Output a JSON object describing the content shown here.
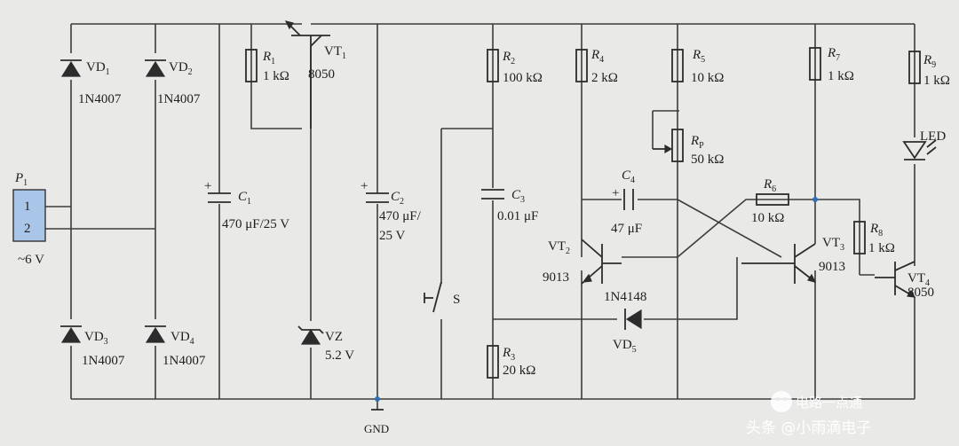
{
  "connector": {
    "name": "P",
    "sub": "1",
    "pin1": "1",
    "pin2": "2",
    "voltage": "~6 V"
  },
  "diodes": {
    "vd1": {
      "name": "VD",
      "sub": "1",
      "part": "1N4007"
    },
    "vd2": {
      "name": "VD",
      "sub": "2",
      "part": "1N4007"
    },
    "vd3": {
      "name": "VD",
      "sub": "3",
      "part": "1N4007"
    },
    "vd4": {
      "name": "VD",
      "sub": "4",
      "part": "1N4007"
    },
    "vd5": {
      "name": "VD",
      "sub": "5",
      "part": "1N4148"
    },
    "vz": {
      "name": "VZ",
      "value": "5.2 V"
    }
  },
  "resistors": {
    "r1": {
      "name": "R",
      "sub": "1",
      "value": "1 kΩ"
    },
    "r2": {
      "name": "R",
      "sub": "2",
      "value": "100 kΩ"
    },
    "r3": {
      "name": "R",
      "sub": "3",
      "value": "20 kΩ"
    },
    "r4": {
      "name": "R",
      "sub": "4",
      "value": "2 kΩ"
    },
    "r5": {
      "name": "R",
      "sub": "5",
      "value": "10 kΩ"
    },
    "r6": {
      "name": "R",
      "sub": "6",
      "value": "10 kΩ"
    },
    "r7": {
      "name": "R",
      "sub": "7",
      "value": "1 kΩ"
    },
    "r8": {
      "name": "R",
      "sub": "8",
      "value": "1 kΩ"
    },
    "r9": {
      "name": "R",
      "sub": "9",
      "value": "1 kΩ"
    },
    "rp": {
      "name": "R",
      "sub": "P",
      "value": "50 kΩ"
    }
  },
  "capacitors": {
    "c1": {
      "name": "C",
      "sub": "1",
      "value": "470 μF/25 V",
      "plus": "+"
    },
    "c2": {
      "name": "C",
      "sub": "2",
      "value1": "470 μF/",
      "value2": "25 V",
      "plus": "+"
    },
    "c3": {
      "name": "C",
      "sub": "3",
      "value": "0.01 μF"
    },
    "c4": {
      "name": "C",
      "sub": "4",
      "value": "47 μF",
      "plus": "+"
    }
  },
  "transistors": {
    "vt1": {
      "name": "VT",
      "sub": "1",
      "part": "8050"
    },
    "vt2": {
      "name": "VT",
      "sub": "2",
      "part": "9013"
    },
    "vt3": {
      "name": "VT",
      "sub": "3",
      "part": "9013"
    },
    "vt4": {
      "name": "VT",
      "sub": "4",
      "part": "8050"
    }
  },
  "switch": {
    "name": "S"
  },
  "led": {
    "name": "LED"
  },
  "ground": {
    "label": "GND"
  },
  "watermark": {
    "line1": "电路一点通",
    "line2": "头条 @小雨滴电子"
  },
  "colors": {
    "wire": "#3c3c3c",
    "paper": "#e9e9e7",
    "connector": "#a9c6e8",
    "node": "#2f6fb5"
  }
}
